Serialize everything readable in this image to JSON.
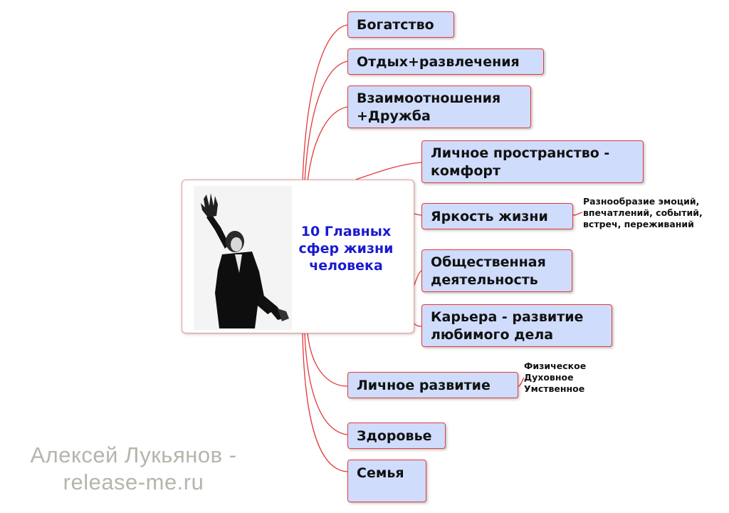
{
  "center": {
    "title": "10 Главных сфер жизни человека"
  },
  "branches": [
    {
      "label": "Богатство"
    },
    {
      "label": "Отдых+развлечения"
    },
    {
      "label": "Взаимоотношения\n+Дружба"
    },
    {
      "label": "Личное пространство -\nкомфорт"
    },
    {
      "label": "Яркость жизни"
    },
    {
      "label": "Общественная\nдеятельность"
    },
    {
      "label": "Карьера - развитие\nлюбимого дела"
    },
    {
      "label": "Личное развитие"
    },
    {
      "label": "Здоровье"
    },
    {
      "label": "Семья"
    }
  ],
  "notes": {
    "brightness": "Разнообразие эмоций,\nвпечатлений, событий,\nвстреч, переживаний",
    "development": "Физическое\nДуховное\nУмственное"
  },
  "watermark": {
    "line1": "Алексей Лукьянов -",
    "line2": "release-me.ru"
  },
  "colors": {
    "node_fill": "#cfdcfb",
    "node_border": "#e23a3a",
    "link": "#e23a3a",
    "center_title": "#1a1ad0"
  }
}
